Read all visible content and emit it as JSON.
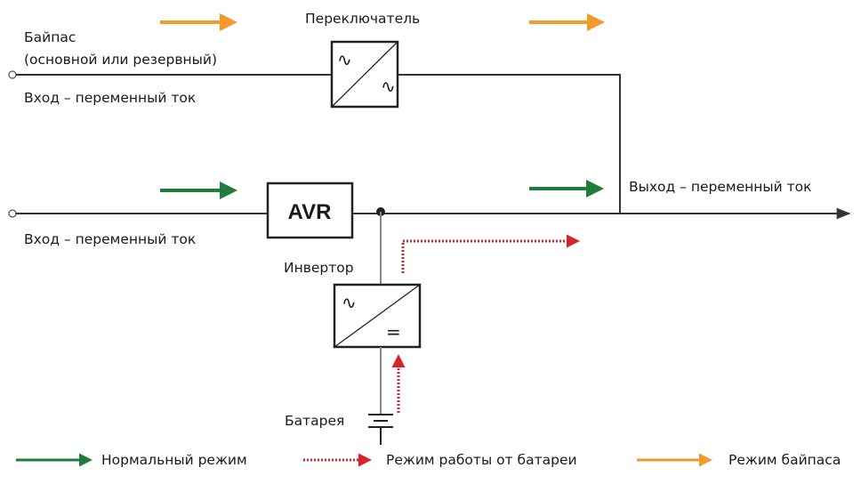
{
  "labels": {
    "bypass_line1": "Байпас",
    "bypass_line2": "(основной или резервный)",
    "input_top": "Вход – переменный ток",
    "input_bottom": "Вход – переменный ток",
    "switch": "Переключатель",
    "output": "Выход – переменный ток",
    "inverter": "Инвертор",
    "battery": "Батарея",
    "avr": "AVR"
  },
  "symbols": {
    "ac": "∿",
    "dc": "="
  },
  "legend": {
    "normal": "Нормальный режим",
    "battery": "Режим работы от батареи",
    "bypass": "Режим байпаса"
  },
  "colors": {
    "normal": "#1e7d3a",
    "battery": "#d9232a",
    "bypass": "#f39a2b",
    "line": "#333333"
  }
}
